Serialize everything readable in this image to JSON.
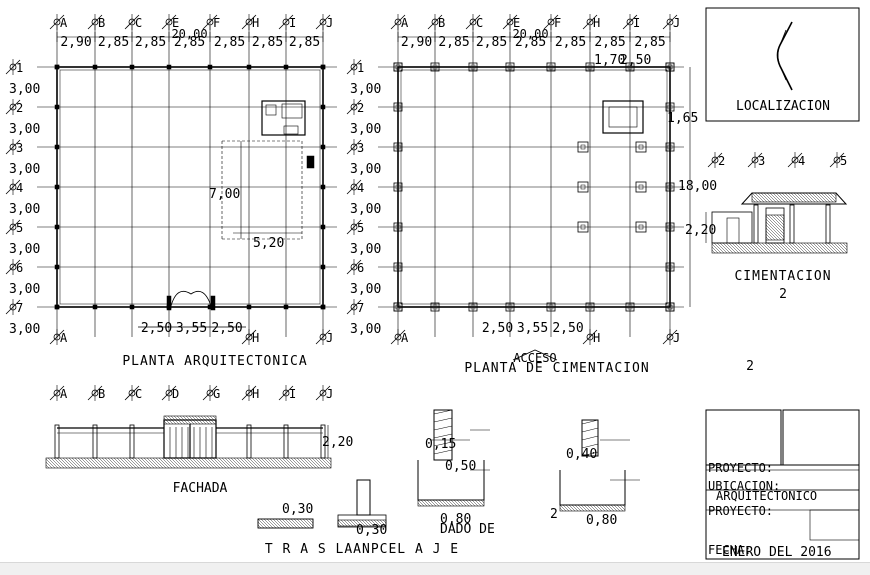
{
  "plan_arch": {
    "title": "PLANTA ARQUITECTONICA",
    "col_labels": [
      "A",
      "B",
      "C",
      "E",
      "F",
      "H",
      "I",
      "J"
    ],
    "top_dims": [
      "2,90",
      "2,85",
      "2,85",
      "2,85",
      "2,85",
      "2,85",
      "2,85"
    ],
    "overall": "20,00",
    "row_labels": [
      "1",
      "2",
      "3",
      "4",
      "5",
      "6",
      "7"
    ],
    "row_dims": [
      "3,00",
      "3,00",
      "3,00",
      "3,00",
      "3,00",
      "3,00",
      "3,00"
    ],
    "dim_700": "7,00",
    "dim_520": "5,20",
    "bottom_dims": [
      "2,50",
      "3,55",
      "2,50"
    ],
    "bottom_col_labels": [
      "A",
      "H",
      "J"
    ]
  },
  "plan_cim": {
    "title": "PLANTA DE CIMENTACION",
    "access": "ACCESO",
    "col_labels": [
      "A",
      "B",
      "C",
      "E",
      "F",
      "H",
      "I",
      "J"
    ],
    "top_dims": [
      "2,90",
      "2,85",
      "2,85",
      "2,85",
      "2,85",
      "2,85",
      "2,85"
    ],
    "overall": "20,00",
    "small_dims": [
      "1,70",
      "2,50"
    ],
    "row_labels": [
      "1",
      "2",
      "3",
      "4",
      "5",
      "6",
      "7"
    ],
    "row_dims": [
      "3,00",
      "3,00",
      "3,00",
      "3,00",
      "3,00",
      "3,00",
      "3,00"
    ],
    "dim_165": "1,65",
    "dim_1800": "18,00",
    "bottom_dims": [
      "2,50",
      "3,55",
      "2,50"
    ],
    "bottom_col_labels": [
      "A",
      "H",
      "J"
    ]
  },
  "location": {
    "title": "LOCALIZACION"
  },
  "cimentacion": {
    "axis_labels": [
      "2",
      "3",
      "4",
      "5"
    ],
    "height": "2,20",
    "title": "CIMENTACION",
    "number": "2",
    "extra_number": "2"
  },
  "fachada": {
    "title": "FACHADA",
    "col_labels": [
      "A",
      "B",
      "C",
      "D",
      "G",
      "H",
      "I",
      "J"
    ],
    "height": "2,20"
  },
  "details": {
    "dado_title": "DADO DE",
    "traslape_title": "T R A S LAANPCEL A J E",
    "d1_015": "0,15",
    "d1_050": "0,50",
    "d1_080": "0,80",
    "d2_040": "0,40",
    "d2_080": "0,80",
    "d2_2": "2",
    "t_030a": "0,30",
    "t_030b": "0,30"
  },
  "title_block": {
    "proyecto": "PROYECTO:",
    "ubicacion": "UBICACION:",
    "arq": "ARQUITECTONICO",
    "proyecto2": "PROYECTO:",
    "fecha_label": "FECHA:",
    "fecha": "ENERO DEL 2016"
  }
}
